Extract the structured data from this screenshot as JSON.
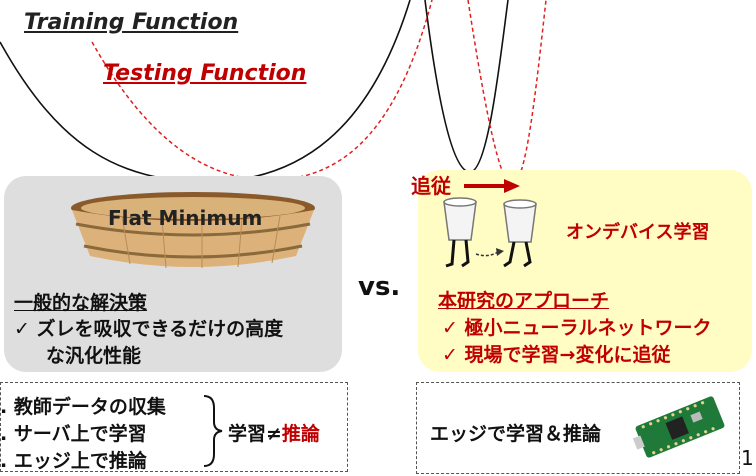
{
  "curves": {
    "training_label": "Training Function",
    "testing_label": "Testing Function"
  },
  "flat": {
    "label": "Flat Minimum",
    "general_title": "一般的な解決策",
    "general_item1": "✓ ズレを吸収できるだけの高度",
    "general_item2": "な汎化性能"
  },
  "vs_label": "vs.",
  "approach": {
    "follow_label": "追従",
    "ondevice_label": "オンデバイス学習",
    "title": "本研究のアプローチ",
    "item1": "✓ 極小ニューラルネットワーク",
    "item2": "✓ 現場で学習→変化に追従"
  },
  "steps": {
    "s1": ". 教師データの収集",
    "s2": ". サーバ上で学習",
    "s3": ". エッジ上で推論",
    "ineq_left": "学習≠",
    "ineq_right": "推論"
  },
  "edge_label": "エッジで学習＆推論",
  "page_number": "1",
  "colors": {
    "accent_red": "#c00000",
    "gray_box": "#dedede",
    "yellow_box": "#fffcc4"
  }
}
